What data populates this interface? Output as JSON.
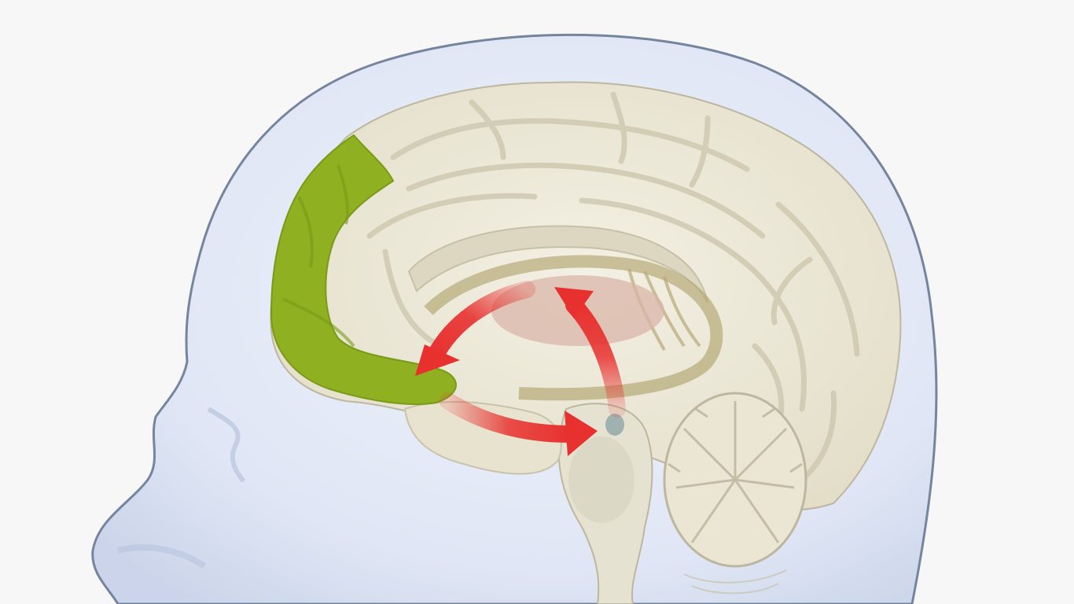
{
  "illustration": {
    "subject": "sagittal-brain-section",
    "labels": [],
    "colors": {
      "background": "#f7f7f7",
      "head_fill": "#dfe6f5",
      "head_outline": "#6f7f9a",
      "cortex": "#ece8d8",
      "cortex_fold": "#cfc9b1",
      "prefrontal_highlight": "#8fb020",
      "limbic_tract": "#b7a977",
      "thalamus": "#d9b5a8",
      "cerebellum": "#ebe6d4",
      "brainstem": "#e6e2d1",
      "arrow": "#e8312f"
    },
    "arrows": [
      {
        "name": "limbic-to-prefrontal",
        "direction": "toward-prefrontal"
      },
      {
        "name": "brainstem-to-limbic",
        "direction": "upward"
      },
      {
        "name": "prefrontal-to-brainstem",
        "direction": "toward-brainstem"
      }
    ]
  }
}
